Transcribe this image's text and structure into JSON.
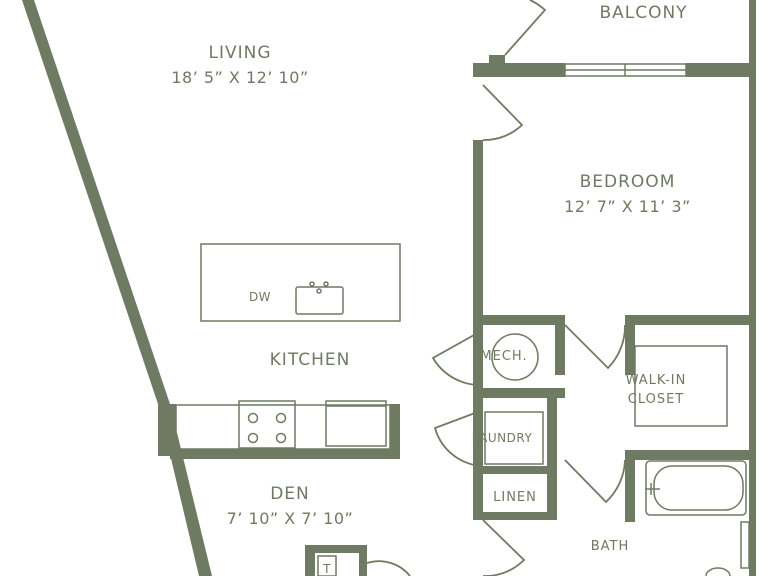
{
  "colors": {
    "wall": "#6f7a62",
    "fixture": "#6f7a62",
    "background": "#ffffff"
  },
  "rooms": {
    "balcony": {
      "name": "BALCONY"
    },
    "living": {
      "name": "LIVING",
      "dims": "18’ 5” X 12’ 10”"
    },
    "bedroom": {
      "name": "BEDROOM",
      "dims": "12’ 7” X 11’ 3”"
    },
    "kitchen": {
      "name": "KITCHEN"
    },
    "den": {
      "name": "DEN",
      "dims": "7’ 10” X 7’ 10”"
    },
    "bath": {
      "name": "BATH"
    },
    "walk_in_closet": {
      "name_line1": "WALK-IN",
      "name_line2": "CLOSET"
    },
    "mech": {
      "name": "MECH."
    },
    "laundry": {
      "name": "LAUNDRY"
    },
    "linen": {
      "name": "LINEN"
    }
  },
  "fixtures": {
    "dishwasher": "DW",
    "wh": "T"
  }
}
